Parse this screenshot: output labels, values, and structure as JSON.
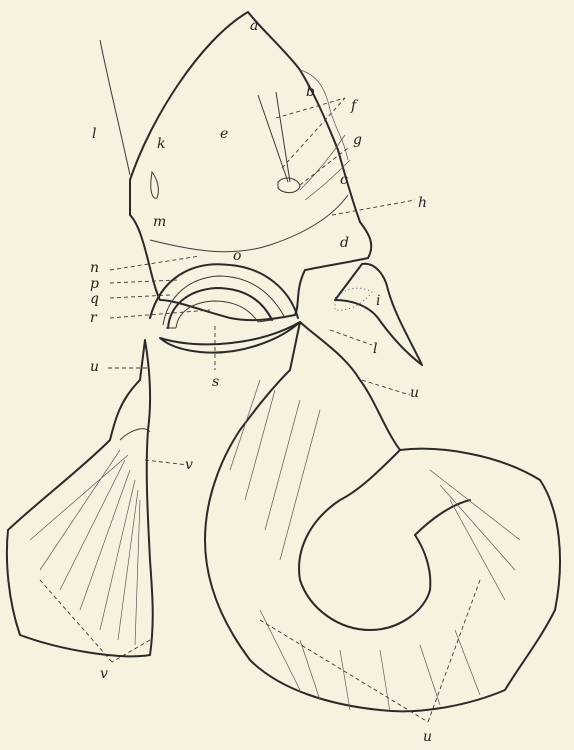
{
  "labels": {
    "a": "a",
    "b": "b",
    "c": "c",
    "d": "d",
    "e": "e",
    "f": "f",
    "g": "g",
    "h": "h",
    "i": "i",
    "k": "k",
    "l_left": "l",
    "l_right": "l",
    "m": "m",
    "n": "n",
    "o": "o",
    "p": "p",
    "q": "q",
    "r": "r",
    "s": "s",
    "u_left": "u",
    "u_mid": "u",
    "u_bottom": "u",
    "v_upper": "v",
    "v_lower": "v"
  }
}
